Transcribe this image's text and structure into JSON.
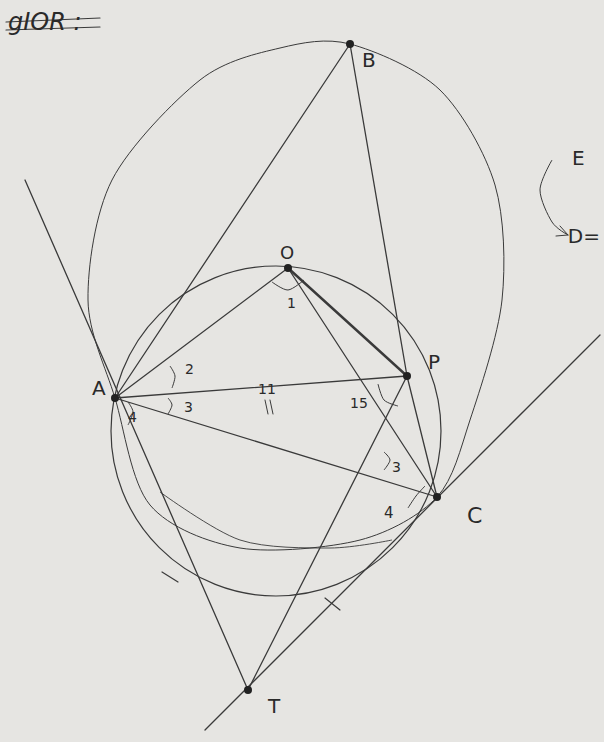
{
  "diagram": {
    "labels": [
      "gIOR :",
      "B",
      "O",
      "1",
      "2",
      "3",
      "4",
      "11",
      "P",
      "15",
      "3",
      "4",
      "C",
      "T",
      "A",
      "E",
      "D="
    ]
  }
}
